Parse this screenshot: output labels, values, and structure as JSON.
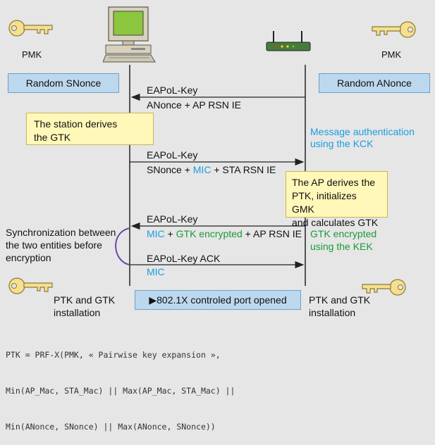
{
  "left": {
    "key_label": "PMK",
    "nonce_box": "Random SNonce",
    "install_line1": "PTK and GTK",
    "install_line2": "installation"
  },
  "right": {
    "key_label": "PMK",
    "nonce_box": "Random ANonce",
    "install_line1": "PTK and GTK",
    "install_line2": "installation"
  },
  "station_note": {
    "line1": "The station derives",
    "line2": "the GTK"
  },
  "ap_note": {
    "line1": "The AP derives the",
    "line2": "PTK, initializes GMK",
    "line3": "and calculates GTK"
  },
  "messages": {
    "m1": {
      "title": "EAPoL-Key",
      "body": "ANonce + AP RSN IE"
    },
    "m2": {
      "title": "EAPoL-Key",
      "part1": "SNonce + ",
      "mic": "MIC",
      "part2": " + STA RSN IE"
    },
    "m3": {
      "title": "EAPoL-Key",
      "mic": "MIC",
      "plus1": " + ",
      "gtk": "GTK encrypted",
      "part2": " + AP RSN IE"
    },
    "m4": {
      "title": "EAPoL-Key ACK",
      "mic": "MIC"
    }
  },
  "annotations": {
    "auth_line1": "Message authentication",
    "auth_line2": "using the KCK",
    "gtk_line1": "GTK encrypted",
    "gtk_line2": "using the KEK",
    "sync_line1": "Synchronization between",
    "sync_line2": "the two entities before",
    "sync_line3": "encryption"
  },
  "port_box": "▶802.1X controled port opened",
  "formula": {
    "line1": "PTK = PRF-X(PMK, « Pairwise key expansion »,",
    "line2": "Min(AP_Mac, STA_Mac) || Max(AP_Mac, STA_Mac) ||",
    "line3": "Min(ANonce, SNonce) || Max(ANonce, SNonce))"
  },
  "colors": {
    "background": "#e6e6e6",
    "blue_box": "#bcd8ef",
    "yellow_box": "#fff8b8",
    "mic_blue": "#1a9de0",
    "gtk_green": "#1a9a3a",
    "key_gold": "#f6df8e"
  }
}
